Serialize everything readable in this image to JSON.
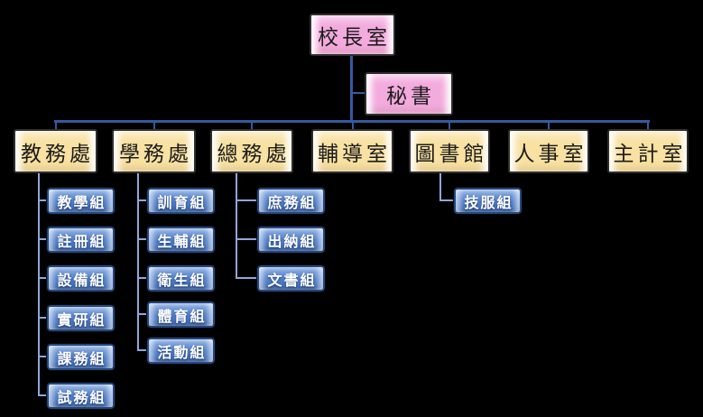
{
  "org": {
    "principal": "校長室",
    "secretary": "秘書",
    "departments": [
      {
        "name": "教務處",
        "sections": [
          "教學組",
          "註冊組",
          "設備組",
          "實研組",
          "課務組",
          "試務組"
        ]
      },
      {
        "name": "學務處",
        "sections": [
          "訓育組",
          "生輔組",
          "衛生組",
          "體育組",
          "活動組"
        ]
      },
      {
        "name": "總務處",
        "sections": [
          "庶務組",
          "出納組",
          "文書組"
        ]
      },
      {
        "name": "輔導室",
        "sections": []
      },
      {
        "name": "圖書館",
        "sections": [
          "技服組"
        ]
      },
      {
        "name": "人事室",
        "sections": []
      },
      {
        "name": "主計室",
        "sections": []
      }
    ],
    "colors": {
      "background": "#000000",
      "principal_fill": "#f3aadd",
      "principal_highlight": "#fbdcf2",
      "department_fill": "#f8e1a2",
      "department_highlight": "#fdf3d4",
      "section_fill": "#4e7ec9",
      "section_highlight": "#8fb0e2",
      "section_border": "#24477e",
      "connector_main": "#35599e",
      "connector_child": "#8fa7d8",
      "box_border": "#2e2e2e",
      "section_text": "#ffffff",
      "label_text": "#1c1c1c"
    }
  }
}
